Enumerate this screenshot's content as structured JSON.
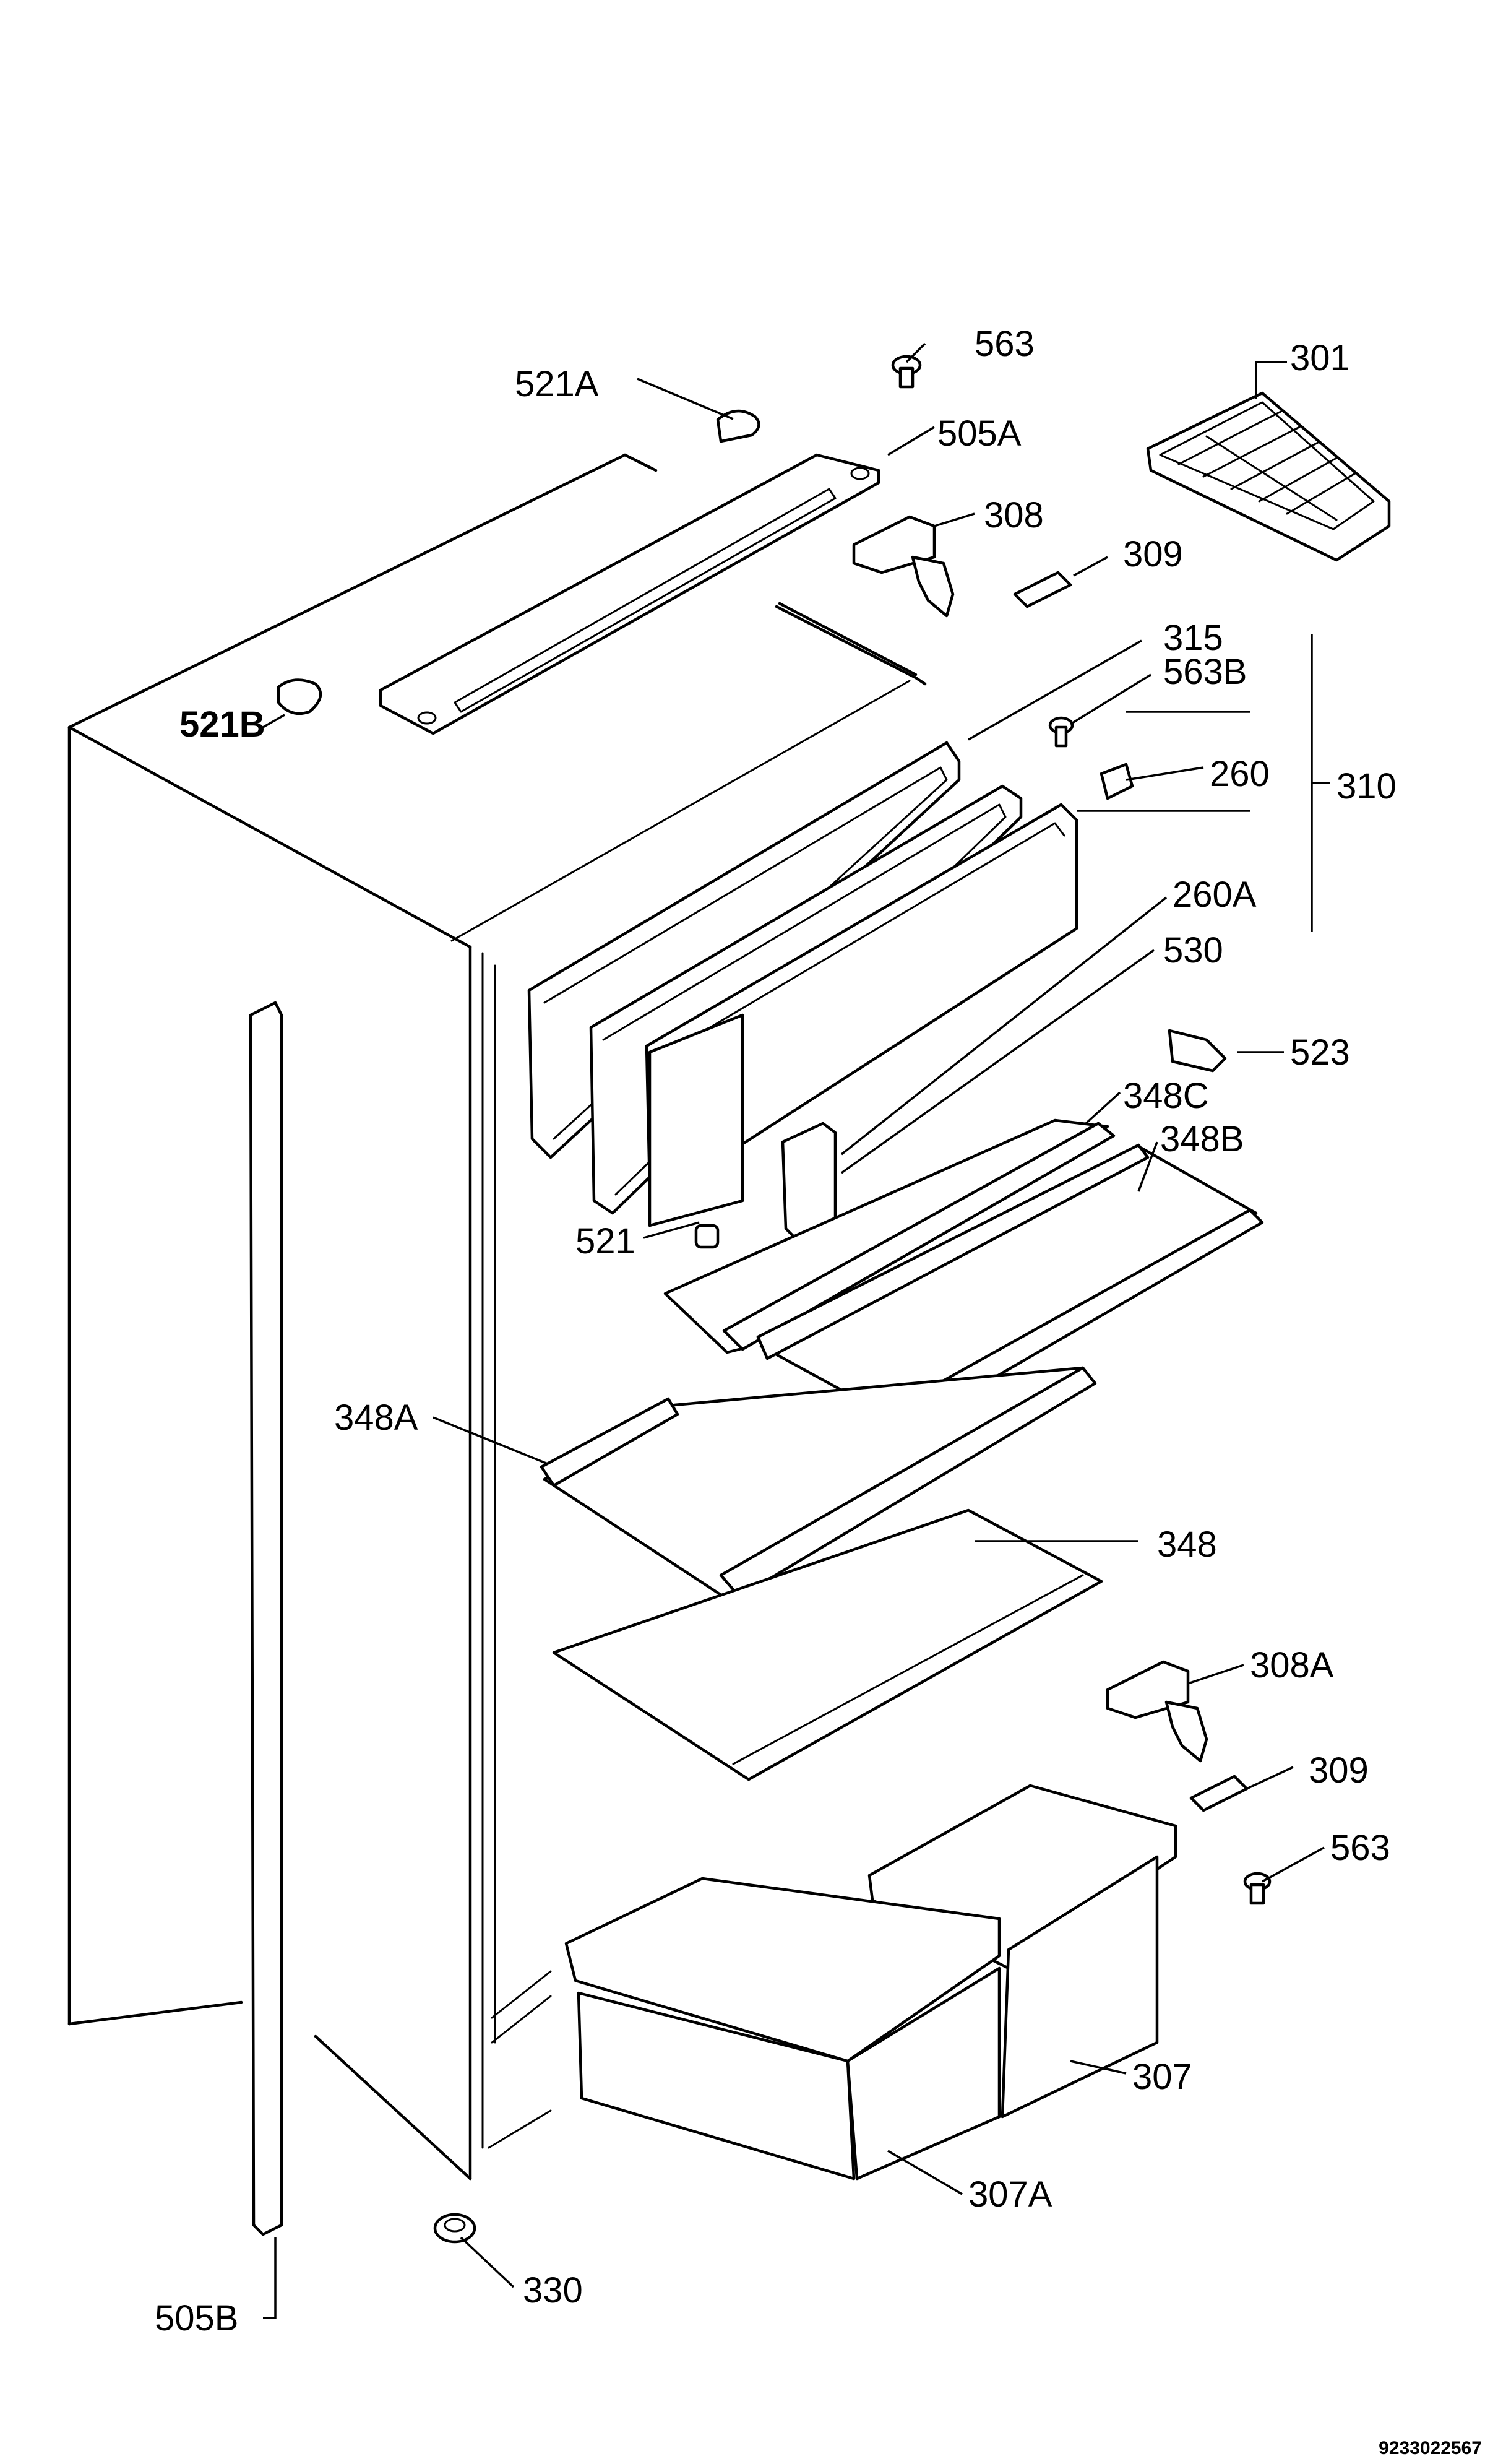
{
  "labels": {
    "l563_top": "563",
    "l521A": "521A",
    "l505A": "505A",
    "l301": "301",
    "l308": "308",
    "l309_top": "309",
    "l521B": "521B",
    "l315": "315",
    "l563B": "563B",
    "l260": "260",
    "l310": "310",
    "l260A": "260A",
    "l530": "530",
    "l523": "523",
    "l348C": "348C",
    "l348B": "348B",
    "l521": "521",
    "l348A": "348A",
    "l348": "348",
    "l308A": "308A",
    "l309_bottom": "309",
    "l563_bottom": "563",
    "l307": "307",
    "l307A": "307A",
    "l330": "330",
    "l505B": "505B"
  },
  "document_number": "9233022567"
}
